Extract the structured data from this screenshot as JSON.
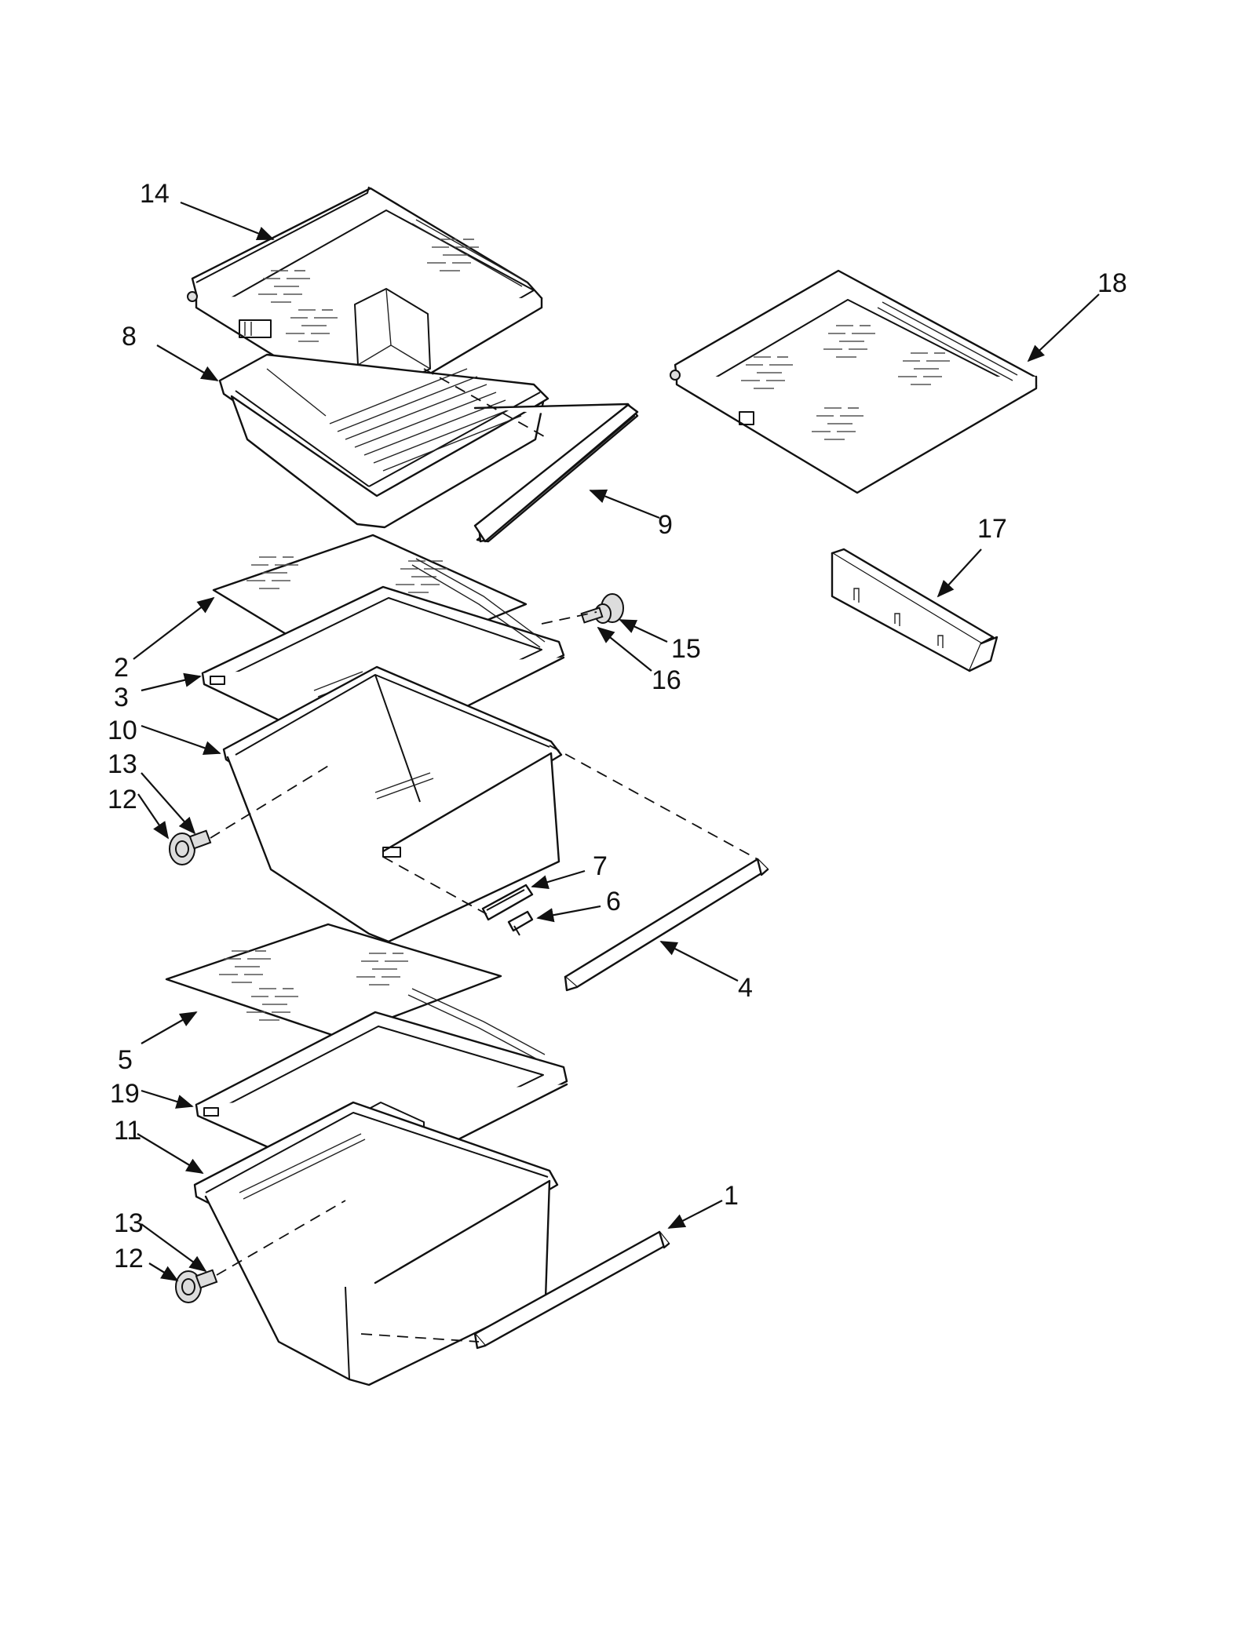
{
  "callouts": {
    "c1": "1",
    "c2": "2",
    "c3": "3",
    "c4": "4",
    "c5": "5",
    "c6": "6",
    "c7": "7",
    "c8": "8",
    "c9": "9",
    "c10": "10",
    "c11": "11",
    "c12a": "12",
    "c12b": "12",
    "c13a": "13",
    "c13b": "13",
    "c14": "14",
    "c15": "15",
    "c16": "16",
    "c17": "17",
    "c18": "18",
    "c19": "19"
  }
}
